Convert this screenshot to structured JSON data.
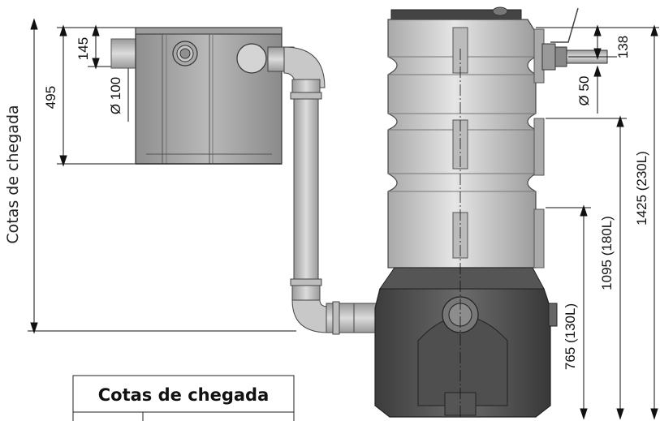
{
  "side_label": "Cotas de chegada",
  "dimensions": {
    "box_total": "495",
    "inlet_offset": "145",
    "inlet_diameter": "Ø 100",
    "outlet_offset": "138",
    "outlet_diameter": "Ø 50",
    "height_230": "1425 (230L)",
    "height_180": "1095 (180L)",
    "height_130": "765 (130L)"
  },
  "table": {
    "title": "Cotas de chegada"
  }
}
